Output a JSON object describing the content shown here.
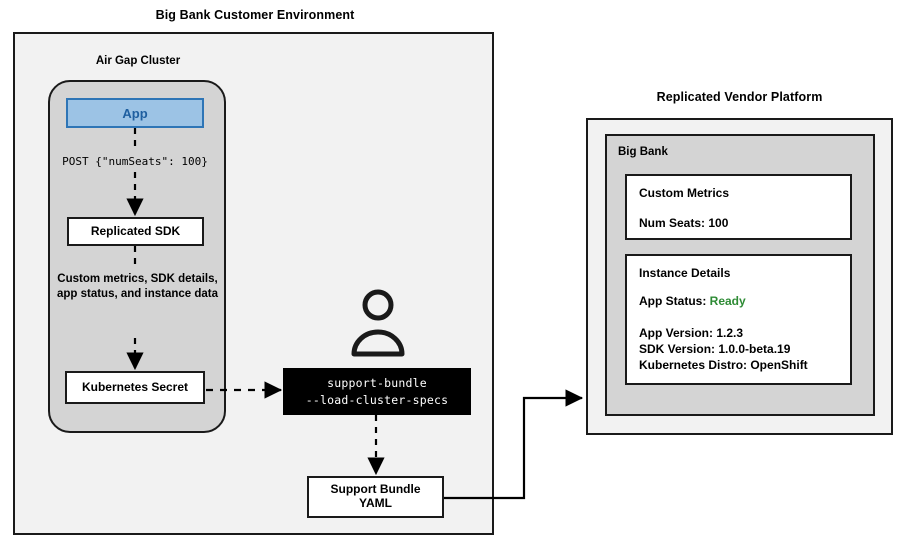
{
  "diagram": {
    "type": "architecture-flow",
    "left_group": {
      "title": "Big Bank Customer Environment",
      "cluster": {
        "title": "Air Gap Cluster",
        "nodes": [
          {
            "id": "app",
            "label": "App",
            "style": "blue-box"
          },
          {
            "id": "sdk",
            "label": "Replicated SDK",
            "style": "white-box"
          },
          {
            "id": "secret",
            "label": "Kubernetes Secret",
            "style": "white-box"
          }
        ],
        "edges": [
          {
            "from": "app",
            "to": "sdk",
            "label": "POST {\"numSeats\": 100}",
            "style": "dashed",
            "label_font": "mono"
          },
          {
            "from": "sdk",
            "to": "secret",
            "label": "Custom metrics, SDK details, app status, and instance data",
            "style": "dashed",
            "label_font": "bold"
          }
        ]
      }
    },
    "middle": {
      "actor_icon": "person-icon",
      "terminal": {
        "line1": "support-bundle",
        "line2": "--load-cluster-specs"
      },
      "output": {
        "line1": "Support Bundle",
        "line2": "YAML"
      },
      "edges": [
        {
          "from": "secret",
          "to": "terminal",
          "style": "dashed"
        },
        {
          "from": "terminal",
          "to": "output",
          "style": "dashed"
        },
        {
          "from": "output",
          "to": "vendor-platform",
          "style": "solid"
        }
      ]
    },
    "right_group": {
      "title": "Replicated Vendor Platform",
      "tenant": {
        "title": "Big Bank",
        "cards": [
          {
            "heading": "Custom Metrics",
            "lines": [
              {
                "text": "Num Seats: 100"
              }
            ]
          },
          {
            "heading": "Instance Details",
            "lines": [
              {
                "label": "App Status: ",
                "value": "Ready",
                "value_color": "green"
              },
              {
                "text": "App Version: 1.2.3"
              },
              {
                "text": "SDK Version: 1.0.0-beta.19"
              },
              {
                "text": "Kubernetes Distro: OpenShift"
              }
            ]
          }
        ]
      }
    },
    "colors": {
      "page_background": "#ffffff",
      "outer_panel_fill": "#f2f2f2",
      "cluster_fill": "#d4d4d4",
      "card_fill": "#ffffff",
      "stroke": "#1a1a1a",
      "app_fill": "#9cc3e5",
      "app_stroke": "#2e75b6",
      "app_text": "#1f5fa0",
      "terminal_fill": "#000000",
      "terminal_text": "#ffffff",
      "status_ready": "#2e8b35"
    }
  }
}
